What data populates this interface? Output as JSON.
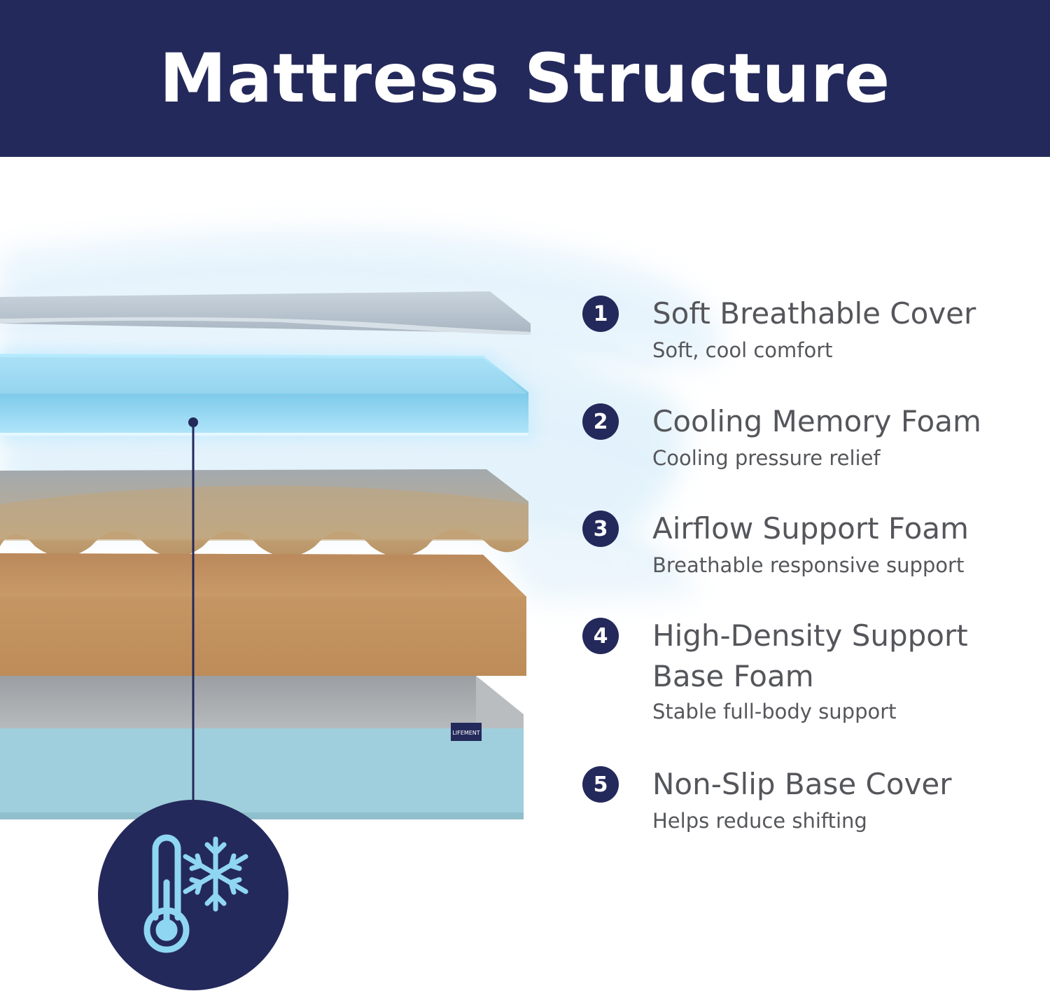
{
  "header": {
    "title": "Mattress Structure",
    "background": "#24295b"
  },
  "brand_tag": "LIFEMENT",
  "cooling_badge_icon": "thermometer-snowflake-icon",
  "layers": [
    {
      "number": "1",
      "title": "Soft Breathable Cover",
      "subtitle": "Soft, cool comfort"
    },
    {
      "number": "2",
      "title": "Cooling Memory Foam",
      "subtitle": "Cooling pressure relief"
    },
    {
      "number": "3",
      "title": "Airflow Support Foam",
      "subtitle": "Breathable responsive support"
    },
    {
      "number": "4",
      "title": "High-Density Support",
      "title_line2": "Base Foam",
      "subtitle": "Stable full-body support"
    },
    {
      "number": "5",
      "title": "Non-Slip Base Cover",
      "subtitle": "Helps reduce shifting"
    }
  ],
  "colors": {
    "navy": "#24295b",
    "cool_blue": "#8fd6f2",
    "foam_tan": "#c79a66",
    "base_blue": "#9fcfdc",
    "text_gray": "#55565b"
  }
}
